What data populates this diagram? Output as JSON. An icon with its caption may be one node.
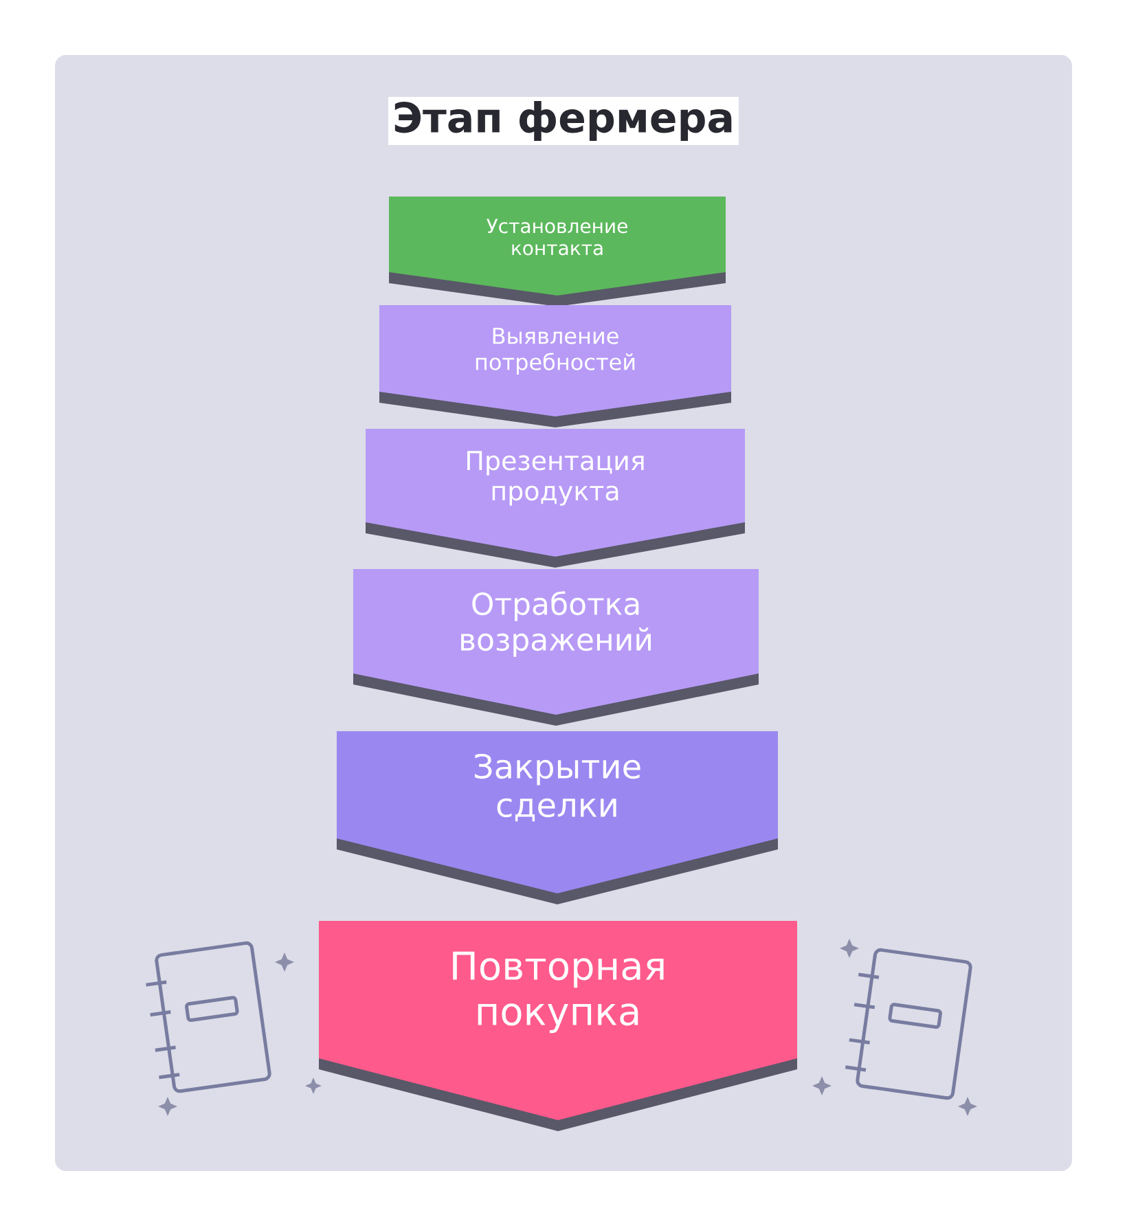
{
  "diagram": {
    "title": "Этап фермера",
    "nodes": [
      {
        "text": [
          "Установление контакта"
        ]
      },
      {
        "text": [
          "Выявление потребностей"
        ]
      },
      {
        "text": [
          "Презентация продукта"
        ]
      },
      {
        "text": [
          "Отработка возражений"
        ]
      },
      {
        "text": [
          "Закрытие сделки"
        ]
      },
      {
        "text": [
          "Повторная покупка"
        ]
      }
    ]
  }
}
